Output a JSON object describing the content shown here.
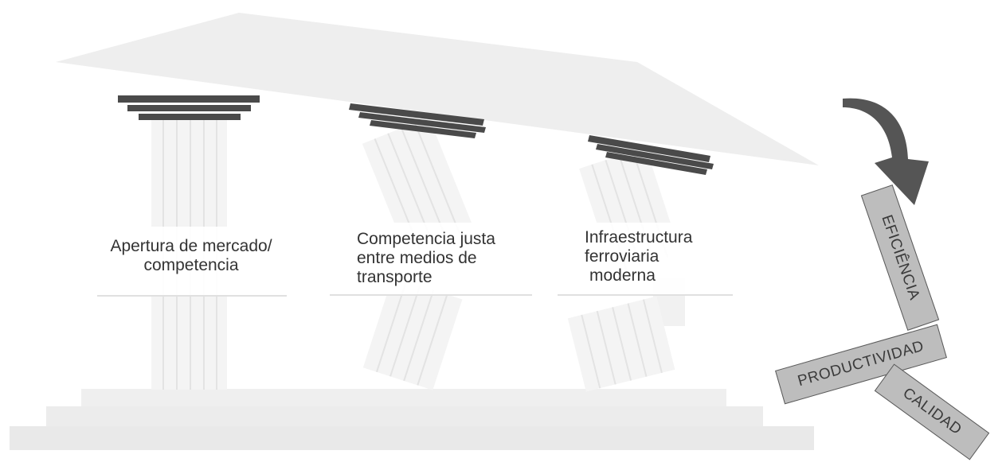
{
  "colors": {
    "roof": "#eeeeee",
    "capital": "#4a4a4a",
    "column": "#f4f4f4",
    "column_flute": "#e3e3e3",
    "step": "#efefef",
    "arrow": "#555555",
    "block_fill": "#bdbdbd",
    "label_text": "#333333"
  },
  "pillars": [
    {
      "lines": [
        "Apertura de mercado/",
        "competencia"
      ]
    },
    {
      "lines": [
        "Competencia justa",
        "entre medios de",
        "transporte"
      ]
    },
    {
      "lines": [
        "Infraestructura",
        "ferroviaria",
        "moderna"
      ]
    }
  ],
  "fallen_blocks": {
    "eficiencia": "EFICIÊNCIA",
    "productividad": "PRODUCTIVIDAD",
    "calidad": "CALIDAD"
  },
  "icons": {
    "arrow": "curved-arrow-down-icon"
  }
}
